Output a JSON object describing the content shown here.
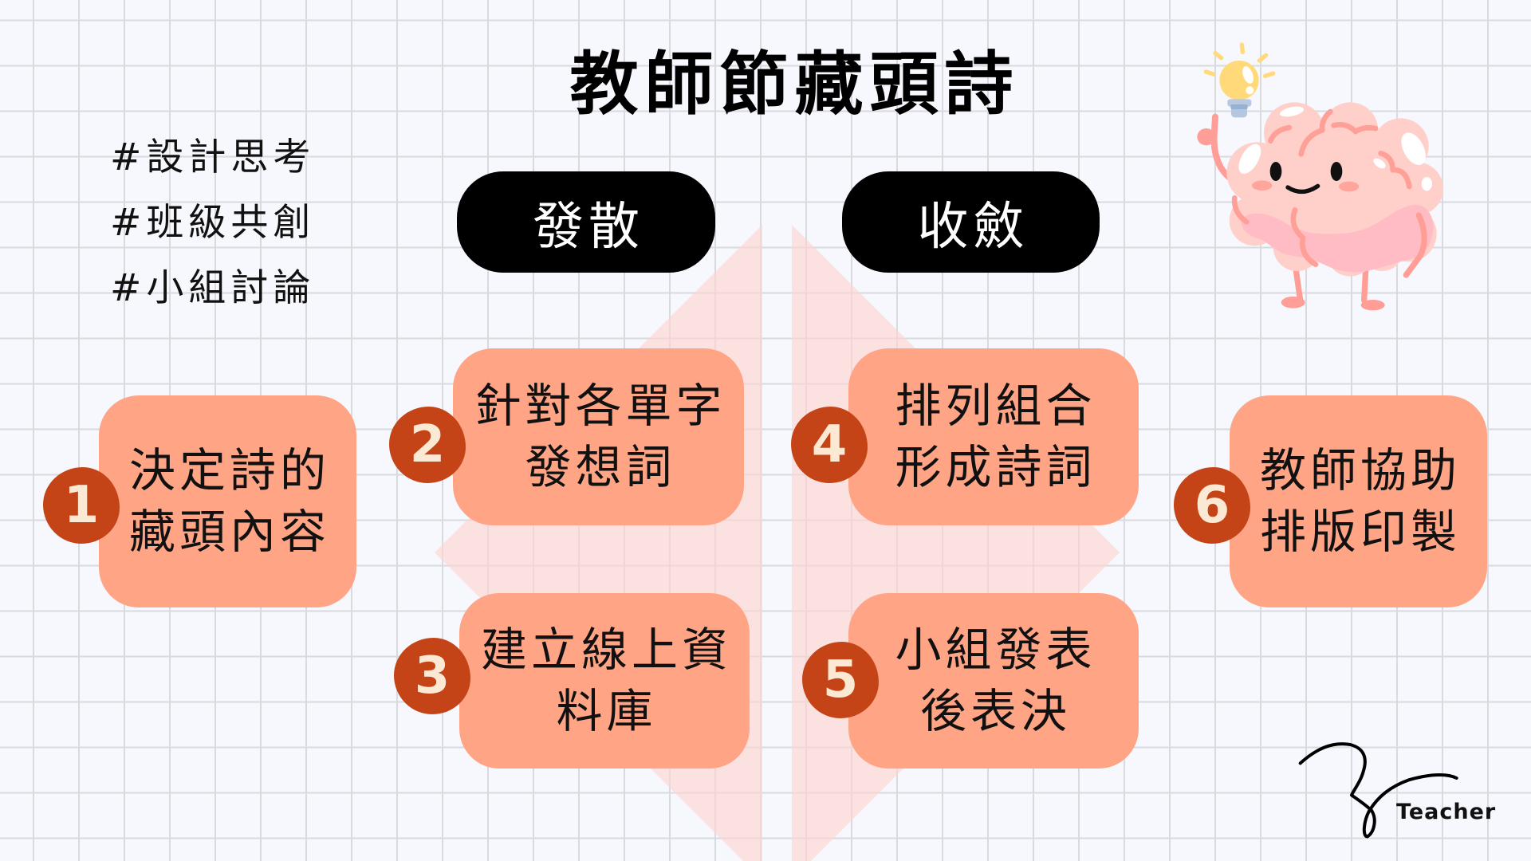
{
  "title": "教師節藏頭詩",
  "hashtags": [
    "#設計思考",
    "#班級共創",
    "#小組討論"
  ],
  "phases": {
    "divergent": "發散",
    "convergent": "收斂"
  },
  "steps": [
    {
      "number": "1",
      "lines": [
        "決定詩的",
        "藏頭內容"
      ]
    },
    {
      "number": "2",
      "lines": [
        "針對各單字",
        "發想詞"
      ]
    },
    {
      "number": "3",
      "lines": [
        "建立線上資",
        "料庫"
      ]
    },
    {
      "number": "4",
      "lines": [
        "排列組合",
        "形成詩詞"
      ]
    },
    {
      "number": "5",
      "lines": [
        "小組發表",
        "後表決"
      ]
    },
    {
      "number": "6",
      "lines": [
        "教師協助",
        "排版印製"
      ]
    }
  ],
  "signature": {
    "label": "Teacher"
  },
  "colors": {
    "background": "#f7f8fd",
    "grid": "#d9dade",
    "step_box": "#ffa586",
    "step_badge": "#c44418",
    "badge_text": "#fbe9d4",
    "phase_pill": "#000000",
    "diamond": "#fde0e1"
  },
  "icons": {
    "mascot": "brain-mascot-icon",
    "idea": "lightbulb-icon",
    "signature": "signature-scribble-icon"
  }
}
